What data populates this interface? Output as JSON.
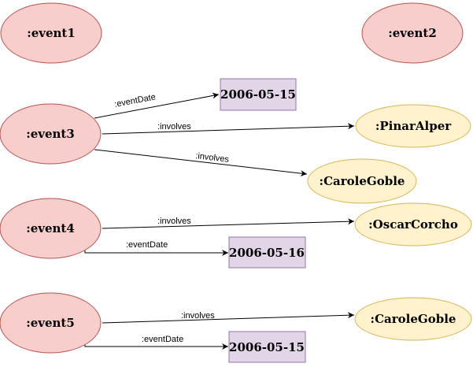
{
  "colors": {
    "event_fill": "#f8cecc",
    "event_stroke": "#b85450",
    "person_fill": "#fff2cc",
    "person_stroke": "#d6b656",
    "date_fill": "#e1d5e7",
    "date_stroke": "#9673a6"
  },
  "nodes": {
    "event1": {
      "label": ":event1"
    },
    "event2": {
      "label": ":event2"
    },
    "event3": {
      "label": ":event3"
    },
    "event4": {
      "label": ":event4"
    },
    "event5": {
      "label": ":event5"
    },
    "date1": {
      "label": "2006-05-15"
    },
    "date2": {
      "label": "2006-05-16"
    },
    "date3": {
      "label": "2006-05-15"
    },
    "person1": {
      "label": ":PinarAlper"
    },
    "person2": {
      "label": ":CaroleGoble"
    },
    "person3": {
      "label": ":OscarCorcho"
    },
    "person4": {
      "label": ":CaroleGoble"
    }
  },
  "edges": {
    "e1": {
      "label": ":eventDate"
    },
    "e2": {
      "label": ":involves"
    },
    "e3": {
      "label": ":involves"
    },
    "e4": {
      "label": ":involves"
    },
    "e5": {
      "label": ":eventDate"
    },
    "e6": {
      "label": ":involves"
    },
    "e7": {
      "label": ":eventDate"
    }
  }
}
